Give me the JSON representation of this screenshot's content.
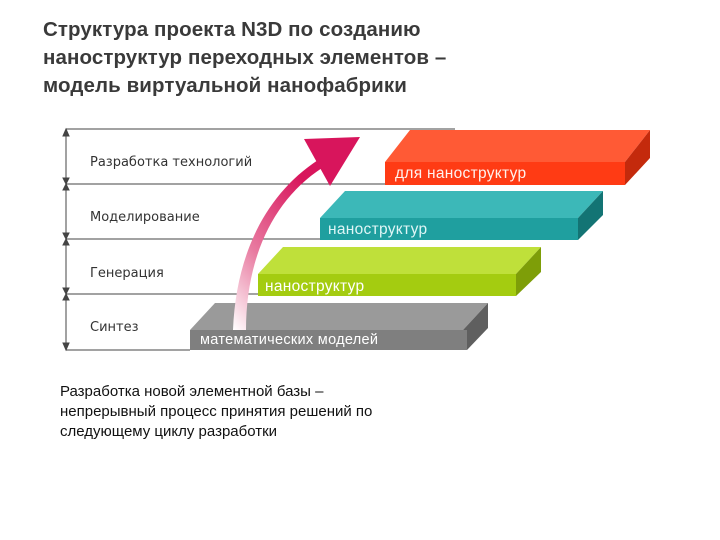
{
  "title": {
    "line1": "Структура проекта N3D по созданию",
    "line2": "наноструктур переходных элементов –",
    "line3": "модель виртуальной нанофабрики"
  },
  "stages": [
    {
      "label": "Разработка технологий",
      "step_text": "для наноструктур",
      "color": "#ff3b14"
    },
    {
      "label": "Моделирование",
      "step_text": "наноструктур",
      "color": "#1f9f9f"
    },
    {
      "label": "Генерация",
      "step_text": "наноструктур",
      "color": "#a4cc10"
    },
    {
      "label": "Синтез",
      "step_text": "математических моделей",
      "color": "#7f7f7f"
    }
  ],
  "footer": {
    "line1": "Разработка новой элементной базы –",
    "line2": "непрерывный процесс принятия решений по",
    "line3": "следующему циклу разработки"
  },
  "colors": {
    "arrow": "#d8155c",
    "title": "#3a3a3a"
  }
}
